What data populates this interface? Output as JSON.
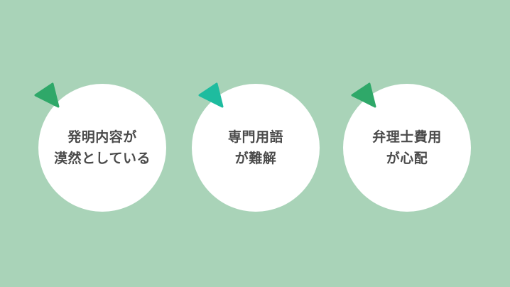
{
  "items": [
    {
      "lines": [
        "発明内容が",
        "漠然としている"
      ],
      "accent_color": "#2fa869"
    },
    {
      "lines": [
        "専門用語",
        "が難解"
      ],
      "accent_color": "#1ebc9f"
    },
    {
      "lines": [
        "弁理士費用",
        "が心配"
      ],
      "accent_color": "#2fa869"
    }
  ],
  "icons": {
    "pointer": "triangle-pointer-icon"
  },
  "colors": {
    "background": "#a9d3b8",
    "circle": "#ffffff",
    "text": "#4a4a4a"
  }
}
